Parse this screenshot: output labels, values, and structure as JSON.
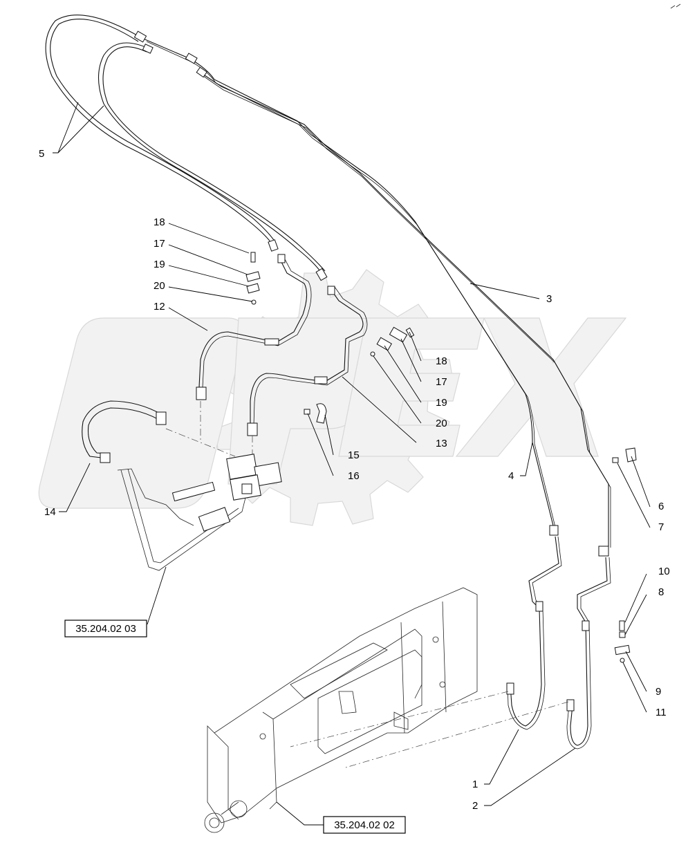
{
  "diagram": {
    "watermark": "OPEX",
    "callouts": {
      "c1": "1",
      "c2": "2",
      "c3": "3",
      "c4": "4",
      "c5": "5",
      "c6": "6",
      "c7": "7",
      "c8": "8",
      "c9": "9",
      "c10": "10",
      "c11": "11",
      "c12": "12",
      "c13": "13",
      "c14": "14",
      "c15": "15",
      "c16": "16",
      "c17a": "17",
      "c18a": "18",
      "c19a": "19",
      "c20a": "20",
      "c17b": "17",
      "c18b": "18",
      "c19b": "19",
      "c20b": "20"
    },
    "references": {
      "ref_a": "35.204.02 03",
      "ref_b": "35.204.02 02"
    }
  }
}
